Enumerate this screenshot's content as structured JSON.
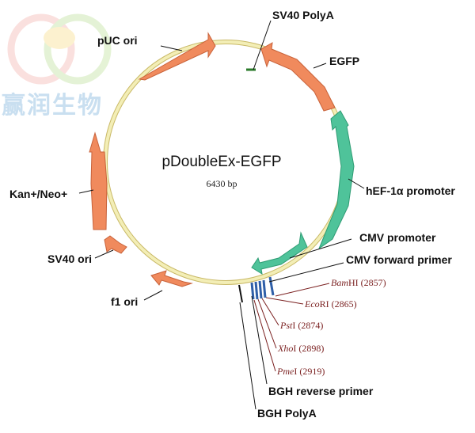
{
  "plasmid": {
    "name": "pDoubleEx-EGFP",
    "size": "6430 bp"
  },
  "watermark": {
    "text": "赢润生物",
    "logo": "double-ring-logo"
  },
  "colors": {
    "backbone": "#f3eeb6",
    "backbone_edge": "#c9b967",
    "orange_feature": "#f08a5d",
    "green_feature": "#4fc39a",
    "site_marker": "#2f5fa8",
    "site_text": "#7a1f1f",
    "small_feature": "#2a7a2a"
  },
  "features": [
    {
      "id": "sv40-polya-top",
      "label": "SV40 PolyA"
    },
    {
      "id": "egfp",
      "label": "EGFP"
    },
    {
      "id": "hef1a",
      "label": "hEF-1α promoter"
    },
    {
      "id": "cmv-promoter",
      "label": "CMV promoter"
    },
    {
      "id": "cmv-forward",
      "label": "CMV forward primer"
    },
    {
      "id": "bgh-reverse",
      "label": "BGH reverse primer"
    },
    {
      "id": "bgh-polya",
      "label": "BGH PolyA"
    },
    {
      "id": "f1-ori",
      "label": "f1 ori"
    },
    {
      "id": "sv40-ori",
      "label": "SV40 ori"
    },
    {
      "id": "kan-neo",
      "label": "Kan+/Neo+"
    },
    {
      "id": "puc-ori",
      "label": "pUC ori"
    }
  ],
  "sites": [
    {
      "enzyme": "Bam",
      "suffix": "HI",
      "position": "(2857)"
    },
    {
      "enzyme": "Eco",
      "suffix": "RI",
      "position": "(2865)"
    },
    {
      "enzyme": "Pst",
      "suffix": "I",
      "position": "(2874)"
    },
    {
      "enzyme": "Xho",
      "suffix": "I",
      "position": "(2898)"
    },
    {
      "enzyme": "Pme",
      "suffix": "I",
      "position": "(2919)"
    }
  ]
}
